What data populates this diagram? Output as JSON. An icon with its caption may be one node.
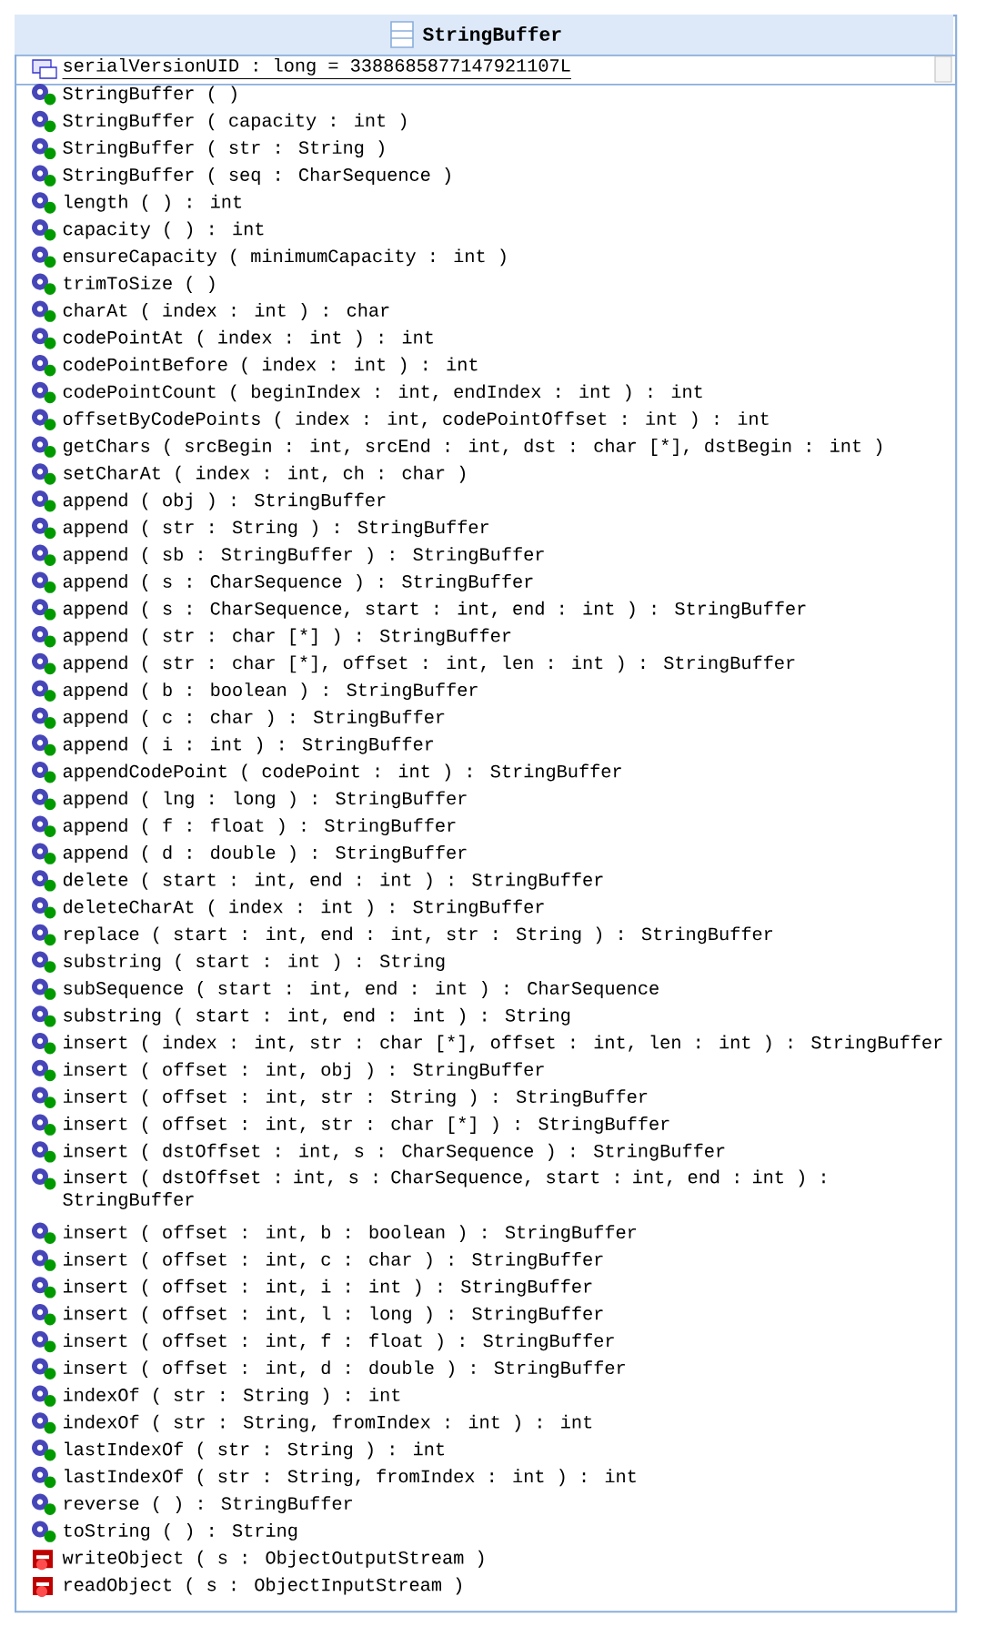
{
  "diagram": {
    "nodes": [
      {
        "text": [
          "StringBuffer"
        ]
      },
      {
        "text": [
          "serialVersionUID : long = 3388685877147921107L"
        ],
        "in": 0
      },
      {
        "text": [
          "StringBuffer ( )",
          "StringBuffer ( capacity : int )",
          "StringBuffer ( str : String )",
          "StringBuffer ( seq : CharSequence )",
          "length ( ) : int",
          "capacity ( ) : int",
          "ensureCapacity ( minimumCapacity : int )",
          "trimToSize ( )",
          "charAt ( index : int ) : char",
          "codePointAt ( index : int ) : int",
          "codePointBefore ( index : int ) : int",
          "codePointCount ( beginIndex : int, endIndex : int ) : int",
          "offsetByCodePoints ( index : int, codePointOffset : int ) : int",
          "getChars ( srcBegin : int, srcEnd : int, dst : char [*], dstBegin : int )",
          "setCharAt ( index : int, ch : char )",
          "append ( obj ) : StringBuffer",
          "append ( str : String ) : StringBuffer",
          "append ( sb : StringBuffer ) : StringBuffer",
          "append ( s : CharSequence ) : StringBuffer",
          "append ( s : CharSequence, start : int, end : int ) : StringBuffer",
          "append ( str : char [*] ) : StringBuffer",
          "append ( str : char [*], offset : int, len : int ) : StringBuffer",
          "append ( b : boolean ) : StringBuffer",
          "append ( c : char ) : StringBuffer",
          "append ( i : int ) : StringBuffer",
          "appendCodePoint ( codePoint : int ) : StringBuffer",
          "append ( lng : long ) : StringBuffer",
          "append ( f : float ) : StringBuffer",
          "append ( d : double ) : StringBuffer",
          "delete ( start : int, end : int ) : StringBuffer",
          "deleteCharAt ( index : int ) : StringBuffer",
          "replace ( start : int, end : int, str : String ) : StringBuffer",
          "substring ( start : int ) : String",
          "subSequence ( start : int, end : int ) : CharSequence",
          "substring ( start : int, end : int ) : String",
          "insert ( index : int, str : char [*], offset : int, len : int ) : StringBuffer",
          "insert ( offset : int, obj ) : StringBuffer",
          "insert ( offset : int, str : String ) : StringBuffer",
          "insert ( offset : int, str : char [*] ) : StringBuffer",
          "insert ( dstOffset : int, s : CharSequence ) : StringBuffer",
          "insert ( dstOffset : int, s : CharSequence, start : int, end : int ) : StringBuffer",
          "insert ( offset : int, b : boolean ) : StringBuffer",
          "insert ( offset : int, c : char ) : StringBuffer",
          "insert ( offset : int, i : int ) : StringBuffer",
          "insert ( offset : int, l : long ) : StringBuffer",
          "insert ( offset : int, f : float ) : StringBuffer",
          "insert ( offset : int, d : double ) : StringBuffer",
          "indexOf ( str : String ) : int",
          "indexOf ( str : String, fromIndex : int ) : int",
          "lastIndexOf ( str : String ) : int",
          "lastIndexOf ( str : String, fromIndex : int ) : int",
          "reverse ( ) : StringBuffer",
          "toString ( ) : String",
          "writeObject ( s : ObjectOutputStream )",
          "readObject ( s : ObjectInputStream )"
        ],
        "in": 0
      }
    ]
  }
}
